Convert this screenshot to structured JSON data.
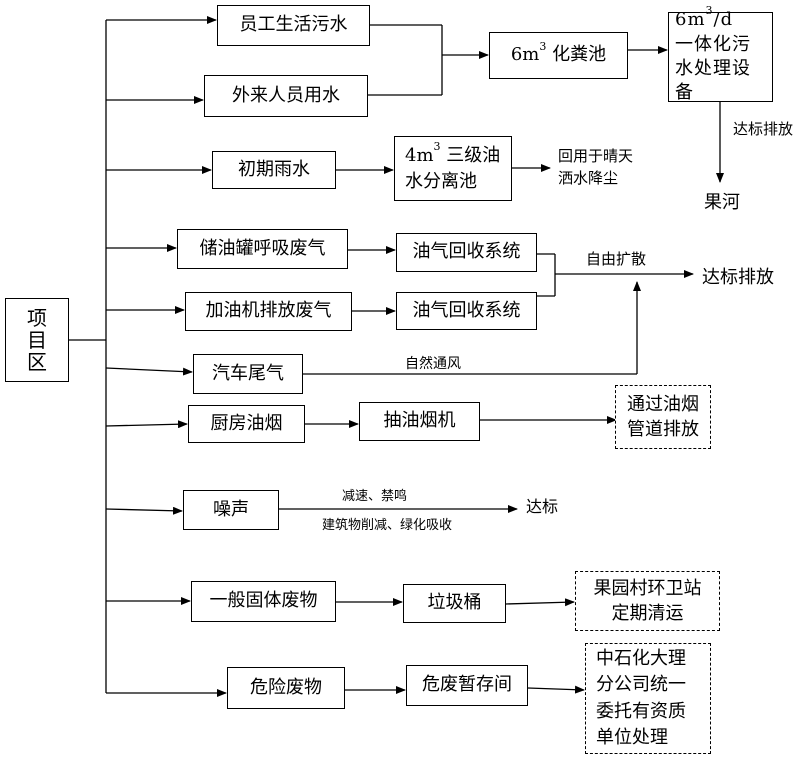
{
  "project": "项\n目\n区",
  "sources": {
    "staff_sewage": "员工生活污水",
    "visitor_water": "外来人员用水",
    "initial_rain": "初期雨水",
    "tank_breathing": "储油罐呼吸废气",
    "dispenser_exhaust": "加油机排放废气",
    "vehicle_exhaust": "汽车尾气",
    "kitchen_fumes": "厨房油烟",
    "noise": "噪声",
    "solid_waste": "一般固体废物",
    "hazardous_waste": "危险废物"
  },
  "processes": {
    "septic_pre": "6m",
    "septic_sup": "3",
    "septic_post": " 化粪池",
    "treatment_pre": "6m",
    "treatment_sup": "3",
    "treatment_post": "/d　一体化污水处理设备",
    "separator_pre": "4m",
    "separator_sup": "3",
    "separator_post": " 三级油水分离池",
    "vapor_recovery_1": "油气回收系统",
    "vapor_recovery_2": "油气回收系统",
    "range_hood": "抽油烟机",
    "trash_bin": "垃圾桶",
    "hazardous_storage": "危废暂存间"
  },
  "outcomes": {
    "guohe_river": "果河",
    "reuse": "回用于晴天\n洒水降尘",
    "up_to_standard": "达标排放",
    "flue_discharge": "通过油烟\n管道排放",
    "noise_standard": "达标",
    "sanitation": "果园村环卫站\n定期清运",
    "sinopec": "中石化大理\n分公司统一\n委托有资质\n单位处理"
  },
  "labels": {
    "discharge_standard": "达标排放",
    "free_diffusion": "自由扩散",
    "natural_ventilation": "自然通风",
    "noise_upper": "减速、禁鸣",
    "noise_lower": "建筑物削减、绿化吸收"
  }
}
